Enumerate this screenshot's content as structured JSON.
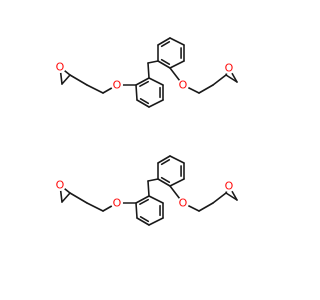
{
  "molecules": [
    {
      "atoms": [
        {
          "element": "O"
        },
        {
          "element": "O"
        },
        {
          "element": "O"
        },
        {
          "element": "O"
        }
      ]
    },
    {
      "atoms": [
        {
          "element": "O"
        },
        {
          "element": "O"
        },
        {
          "element": "O"
        },
        {
          "element": "O"
        }
      ]
    }
  ],
  "colors": {
    "bond": "#1a1a1a",
    "oxygen": "#ff0d0d",
    "background": "#ffffff"
  }
}
